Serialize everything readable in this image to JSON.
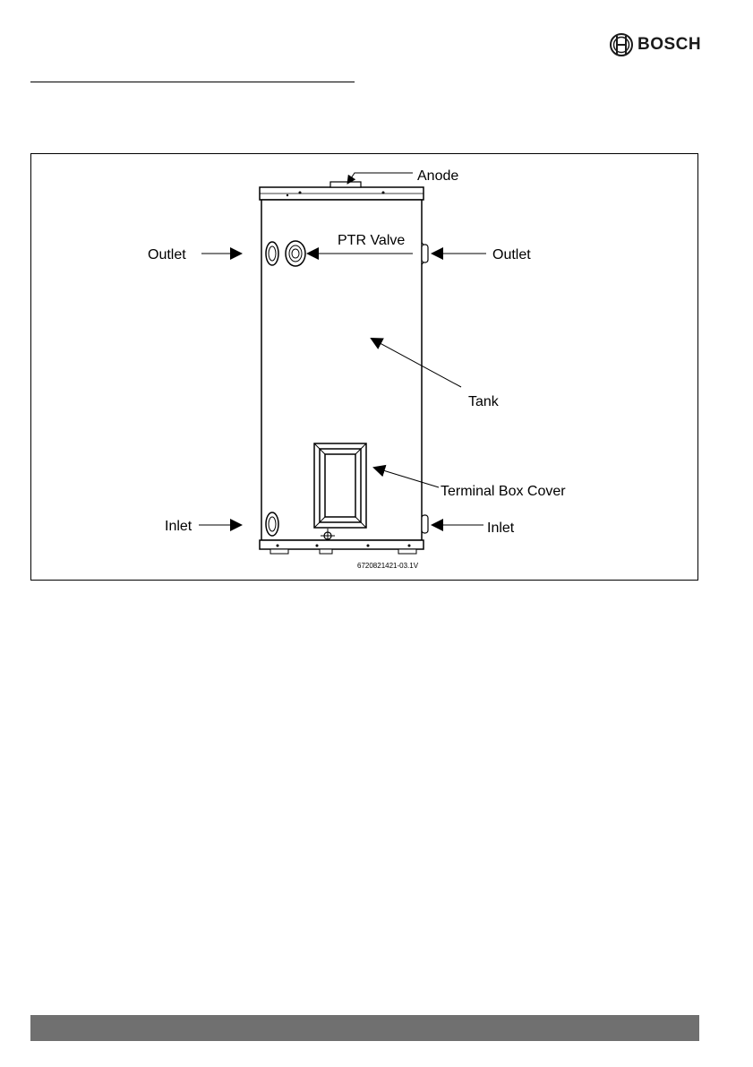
{
  "header": {
    "brand": "BOSCH"
  },
  "figure": {
    "labels": {
      "anode": "Anode",
      "ptr_valve": "PTR Valve",
      "outlet_left": "Outlet",
      "outlet_right": "Outlet",
      "tank": "Tank",
      "terminal_box_cover": "Terminal Box Cover",
      "inlet_left": "Inlet",
      "inlet_right": "Inlet"
    },
    "figure_code": "6720821421-03.1V"
  },
  "colors": {
    "footer_bar": "#707070",
    "line": "#000000"
  }
}
